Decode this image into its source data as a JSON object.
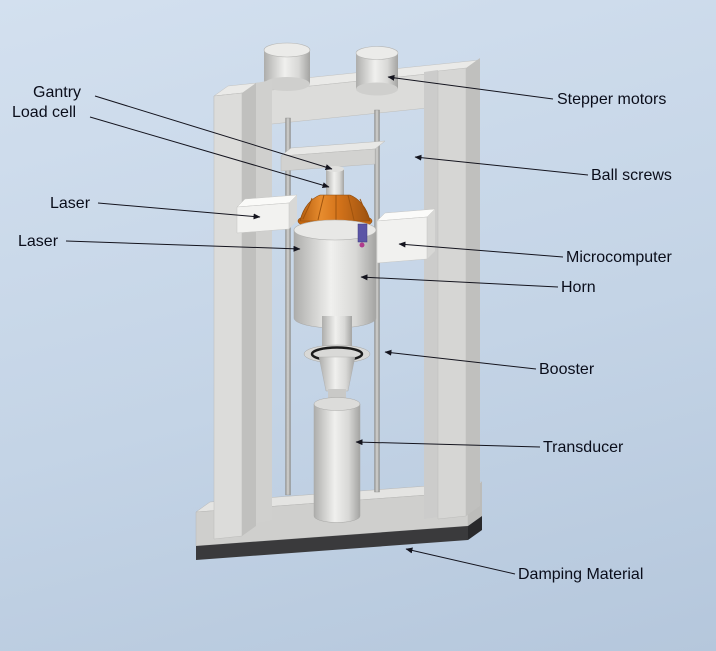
{
  "labels": {
    "gantry": "Gantry",
    "load_cell": "Load cell",
    "laser_upper": "Laser",
    "laser_lower": "Laser",
    "stepper_motors": "Stepper motors",
    "ball_screws": "Ball screws",
    "microcomputer": "Microcomputer",
    "horn": "Horn",
    "booster": "Booster",
    "transducer": "Transducer",
    "damping_material": "Damping Material"
  },
  "colors": {
    "bg_top": "#d3e0ef",
    "bg_bottom": "#b5c7dc",
    "frame_light": "#dcdcda",
    "frame_mid": "#cdcdcb",
    "frame_dark": "#c0c0be",
    "accent_orange": "#d4731a",
    "accent_orange_dark": "#9c5210",
    "sensor_blue": "#5b55a6",
    "sensor_magenta": "#b03a8c",
    "damping_dark": "#3a3a3c",
    "label_text": "#0a0d1a",
    "leader_line": "#14141e"
  }
}
